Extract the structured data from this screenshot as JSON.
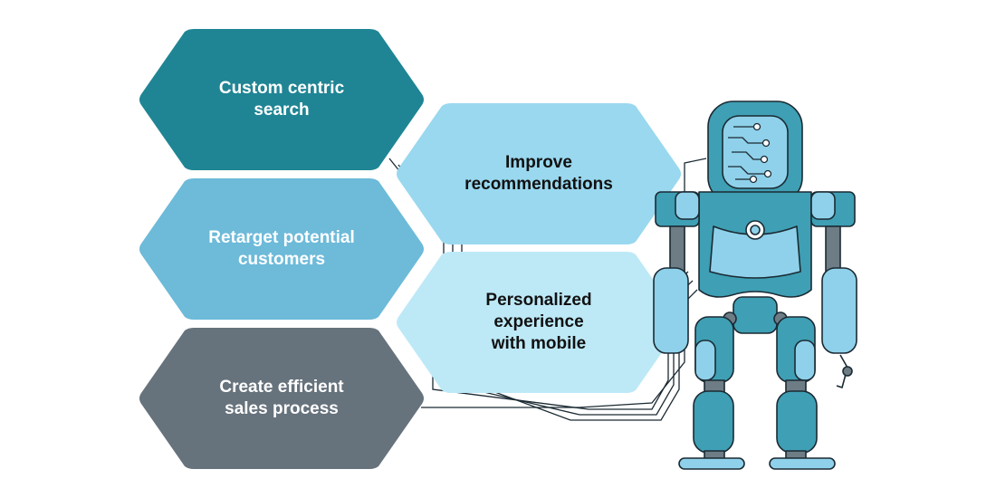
{
  "colors": {
    "teal_dark": "#1f8594",
    "blue_mid": "#6dbad9",
    "slate": "#66727c",
    "sky": "#99d8ef",
    "sky_light": "#bde9f7",
    "robot_teal": "#3f9fb4",
    "robot_light": "#8fd1ea",
    "robot_grey": "#6d7c85",
    "outline": "#1b2a33"
  },
  "left_hexes": [
    {
      "label": "Custom centric\nsearch"
    },
    {
      "label": "Retarget potential\ncustomers"
    },
    {
      "label": "Create efficient\nsales process"
    }
  ],
  "right_hexes": [
    {
      "label": "Improve\nrecommendations"
    },
    {
      "label": "Personalized\nexperience\nwith mobile"
    }
  ],
  "illustration": {
    "icon": "robot-icon"
  }
}
